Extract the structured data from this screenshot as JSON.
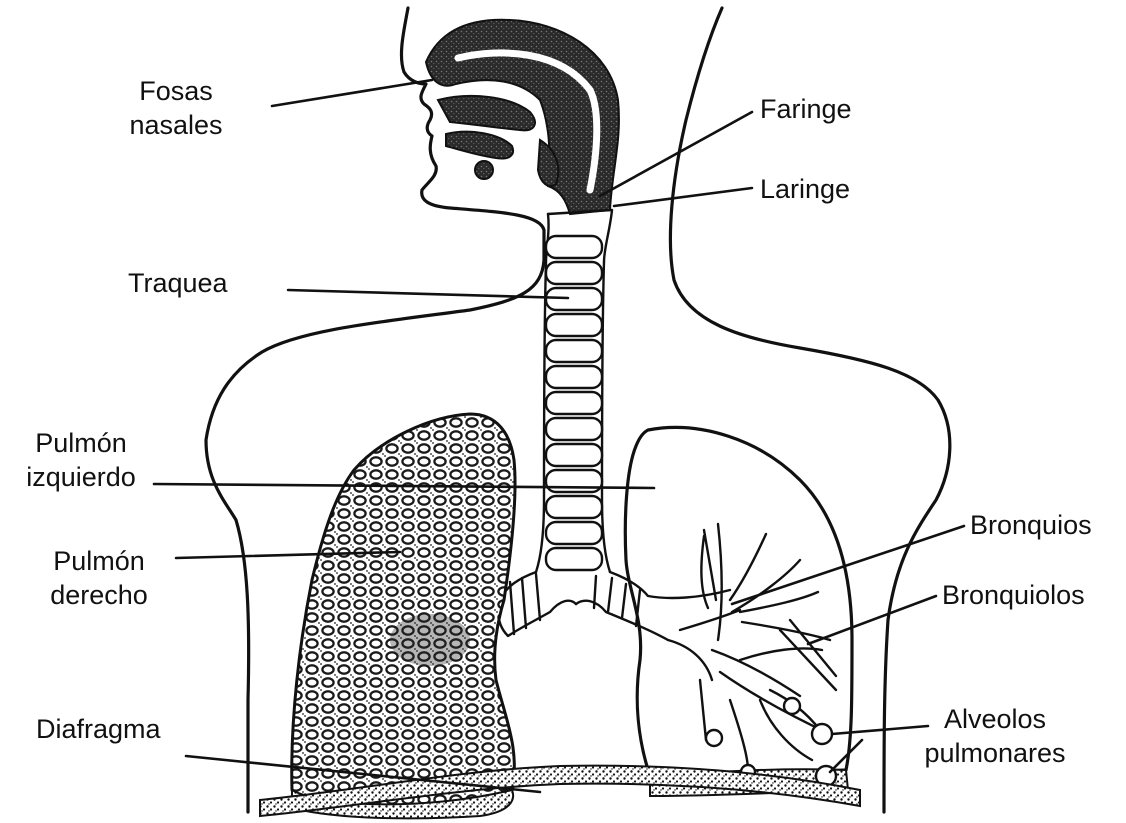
{
  "labels": {
    "fosas_nasales": [
      "Fosas",
      "nasales"
    ],
    "faringe": "Faringe",
    "laringe": "Laringe",
    "traquea": "Traquea",
    "pulmon_izquierdo": [
      "Pulmón",
      "izquierdo"
    ],
    "pulmon_derecho": [
      "Pulmón",
      "derecho"
    ],
    "bronquios": "Bronquios",
    "bronquiolos": "Bronquiolos",
    "alveolos": [
      "Alveolos",
      "pulmonares"
    ],
    "diafragma": "Diafragma"
  }
}
